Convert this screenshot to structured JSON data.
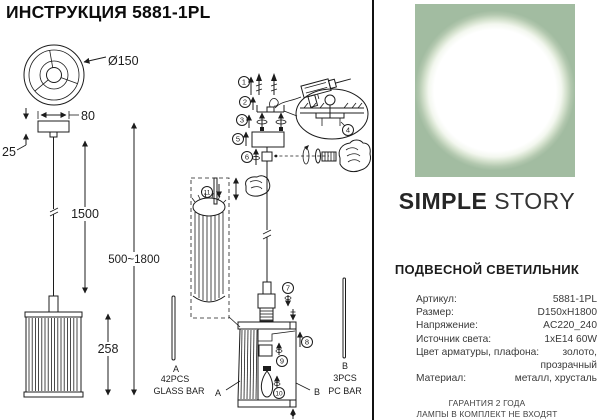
{
  "title": "ИНСТРУКЦИЯ 5881-1PL",
  "diagram": {
    "dimensions": {
      "canopy_diameter": "Ø150",
      "canopy_width": "80",
      "canopy_height": "25",
      "cord_length": "1500",
      "total_height": "500~1800",
      "shade_height": "258"
    },
    "steps": [
      "1",
      "2",
      "3",
      "4",
      "5",
      "6",
      "7",
      "8",
      "9",
      "10",
      "11"
    ],
    "parts": {
      "glass_bar_marker": "A",
      "glass_bar_qty": "42PCS",
      "glass_bar_name": "GLASS BAR",
      "pc_bar_marker": "B",
      "pc_bar_qty": "3PCS",
      "pc_bar_name": "PC BAR",
      "shade_left_marker": "A",
      "shade_right_marker": "B"
    }
  },
  "brand": {
    "word1": "SIMPLE",
    "word2": "STORY"
  },
  "product": {
    "type": "ПОДВЕСНОЙ СВЕТИЛЬНИК"
  },
  "specs": {
    "rows": [
      {
        "label": "Артикул:",
        "value": "5881-1PL"
      },
      {
        "label": "Размер:",
        "value": "D150xH1800"
      },
      {
        "label": "Напряжение:",
        "value": "AC220_240"
      },
      {
        "label": "Источник света:",
        "value": "1xE14 60W"
      },
      {
        "label": "Цвет арматуры, плафона:",
        "value": "золото, прозрачный"
      },
      {
        "label": "Материал:",
        "value": "металл, хрусталь"
      }
    ]
  },
  "footer": {
    "line1": "ГАРАНТИЯ 2 ГОДА",
    "line2": "ЛАМПЫ В КОМПЛЕКТ НЕ ВХОДЯТ"
  },
  "colors": {
    "photo_bg": "#9cb69c",
    "ink": "#1c1c1c"
  }
}
